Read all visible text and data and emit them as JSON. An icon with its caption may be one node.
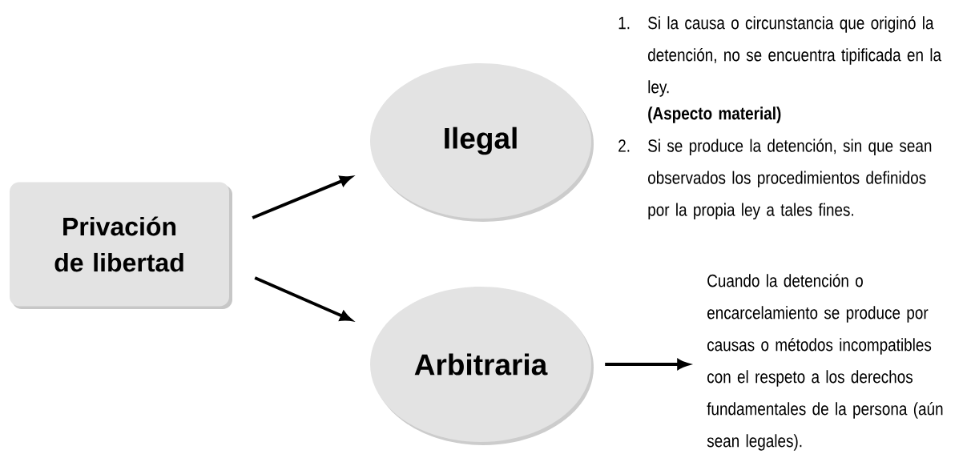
{
  "diagram": {
    "nodes": [
      {
        "text": [
          "Privación de libertad"
        ]
      },
      {
        "text": [
          "Ilegal"
        ],
        "beside": [
          "1.",
          "Si la causa o circunstancia que originó la detención, no se encuentra tipificada en la ley.",
          "(Aspecto material)",
          "2.",
          "Si se produce la detención, sin que sean observados los procedimientos definidos por la propia ley a tales fines."
        ]
      },
      {
        "text": [
          "Arbitraria"
        ]
      },
      {
        "text": [
          "Cuando la detención o encarcelamiento se produce por causas o métodos incompatibles con el respeto a los derechos fundamentales de la persona (aún sean legales)."
        ]
      }
    ],
    "edges": [
      {
        "from": 0,
        "to": 1,
        "arrow": "to"
      },
      {
        "from": 0,
        "to": 2,
        "arrow": "to"
      },
      {
        "from": 2,
        "to": 3,
        "arrow": "to"
      }
    ]
  }
}
